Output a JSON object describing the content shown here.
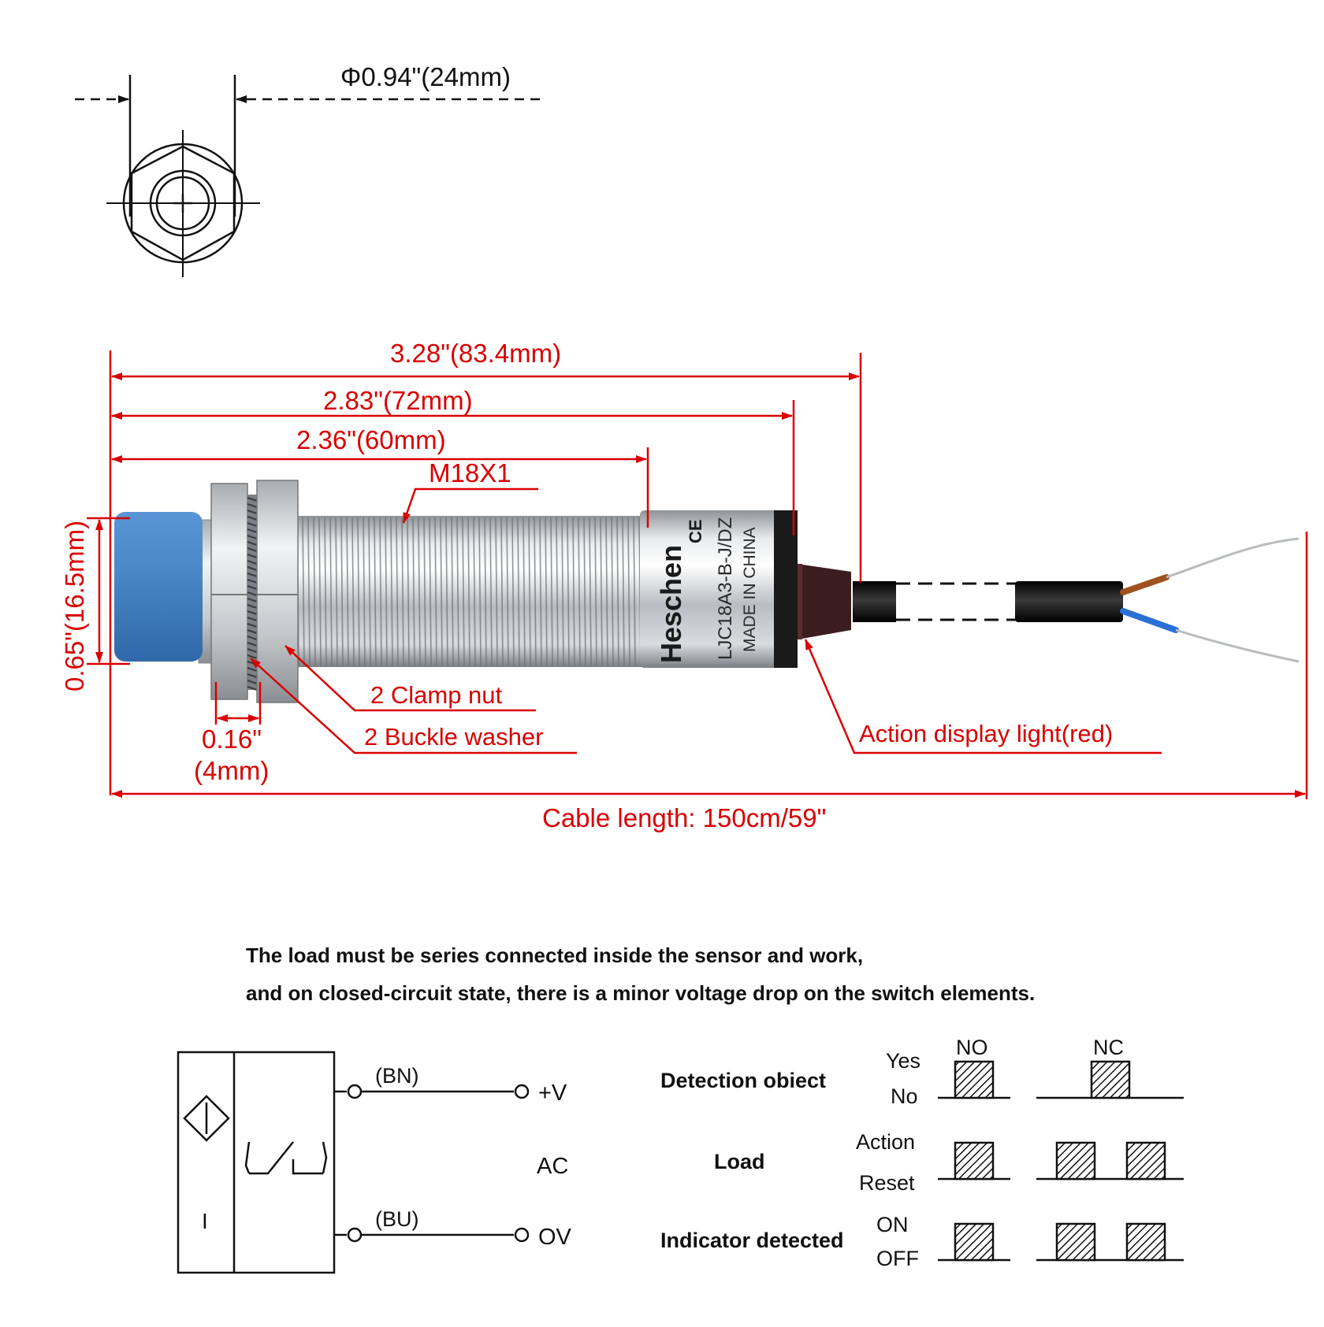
{
  "colors": {
    "dimension": "#d90000",
    "ink": "#111111",
    "sensor_cap": "#3f7fc4",
    "steel": "#c9ccd0",
    "brown_wire": "#a0521e",
    "blue_wire": "#2a6fd6"
  },
  "front_view": {
    "diameter_label": "Φ0.94\"(24mm)"
  },
  "side_view": {
    "dim_total": "3.28\"(83.4mm)",
    "dim_body": "2.83\"(72mm)",
    "dim_thread": "2.36\"(60mm)",
    "thread_label": "M18X1",
    "height_label": "0.65\"(16.5mm)",
    "nut_gap_line1": "0.16\"",
    "nut_gap_line2": "(4mm)",
    "callout_clamp_nut": "2 Clamp nut",
    "callout_washer": "2 Buckle washer",
    "callout_light": "Action display light(red)",
    "cable_length": "Cable length: 150cm/59\"",
    "sleeve_brand": "Heschen",
    "sleeve_ce": "CE",
    "sleeve_model": "LJC18A3-B-J/DZ",
    "sleeve_origin": "MADE IN CHINA"
  },
  "notes": {
    "line1": "The load must be series connected inside the sensor and work,",
    "line2": "and on closed-circuit state, there is a minor voltage drop on the switch elements."
  },
  "wiring": {
    "brown_label": "(BN)",
    "blue_label": "(BU)",
    "plus_label": "+V",
    "zero_label": "OV",
    "ac_label": "AC",
    "coil_label": "I"
  },
  "timing": {
    "header_no": "NO",
    "header_nc": "NC",
    "rows": [
      {
        "label": "Detection obiect",
        "top": "Yes",
        "bottom": "No"
      },
      {
        "label": "Load",
        "top": "Action",
        "bottom": "Reset"
      },
      {
        "label": "Indicator detected",
        "top": "ON",
        "bottom": "OFF"
      }
    ]
  }
}
